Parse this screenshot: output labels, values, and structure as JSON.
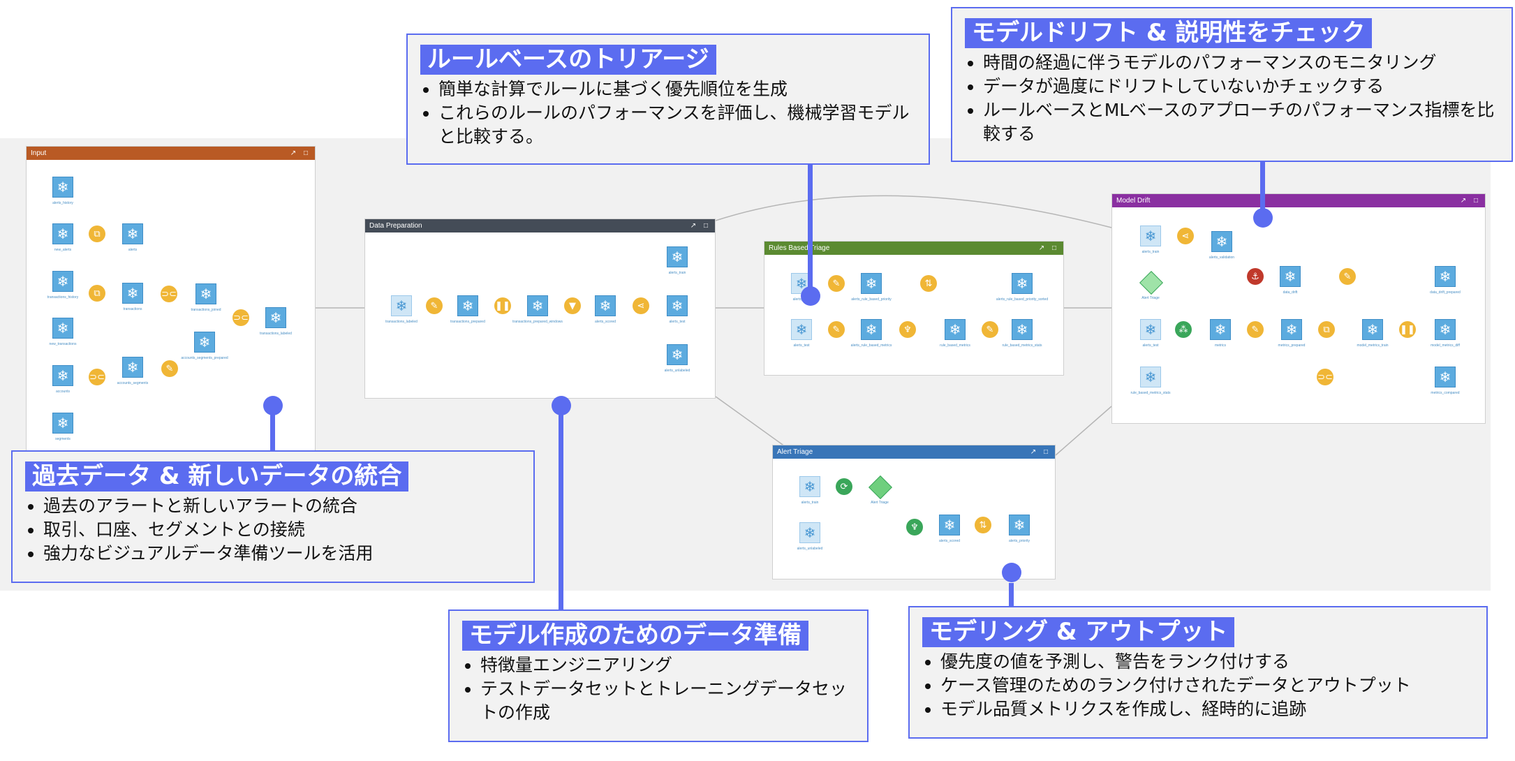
{
  "zones": {
    "input": {
      "title": "Input",
      "color": "#b95a24"
    },
    "data_prep": {
      "title": "Data Preparation",
      "color": "#444c57"
    },
    "rules": {
      "title": "Rules Based Triage",
      "color": "#5b8a31"
    },
    "alert": {
      "title": "Alert Triage",
      "color": "#3875b8"
    },
    "drift": {
      "title": "Model Drift",
      "color": "#8a2fa1"
    }
  },
  "nodes": {
    "input": [
      "alerts_history",
      "new_alerts",
      "alerts",
      "transactions_history",
      "transactions",
      "transactions_joined",
      "new_transactions",
      "transactions_labeled",
      "accounts",
      "accounts_segments",
      "accounts_segments_prepared",
      "segments"
    ],
    "data_prep": [
      "transactions_labeled",
      "transactions_prepared",
      "transactions_prepared_windows",
      "alerts_scored",
      "alerts_train",
      "alerts_test",
      "alerts_unlabeled"
    ],
    "rules": [
      "alerts_train",
      "alerts_rule_based_priority",
      "alerts_rule_based_priority_sorted",
      "alerts_test",
      "alerts_rule_based_metrics",
      "rule_based_metrics",
      "rule_based_metrics_stats"
    ],
    "alert": [
      "alerts_train",
      "Alert Triage",
      "alerts_unlabeled",
      "alerts_scored",
      "alerts_priority"
    ],
    "drift": [
      "alerts_train",
      "alerts_validation",
      "data_drift",
      "data_drift_prepared",
      "Alert Triage",
      "alerts_test",
      "metrics",
      "metrics_prepared",
      "model_metrics_train",
      "model_metrics_diff",
      "rule_based_metrics_stats",
      "metrics_compared"
    ]
  },
  "callouts": {
    "historical": {
      "title": "過去データ & 新しいデータの統合",
      "bullets": [
        "過去のアラートと新しいアラートの統合",
        "取引、口座、セグメントとの接続",
        "強力なビジュアルデータ準備ツールを活用"
      ]
    },
    "rules": {
      "title": "ルールベースのトリアージ",
      "bullets": [
        "簡単な計算でルールに基づく優先順位を生成",
        "これらのルールのパフォーマンスを評価し、機械学習モデルと比較する。"
      ]
    },
    "drift": {
      "title": "モデルドリフト & 説明性をチェック",
      "bullets": [
        "時間の経過に伴うモデルのパフォーマンスのモニタリング",
        "データが過度にドリフトしていないかチェックする",
        "ルールベースとMLベースのアプローチのパフォーマンス指標を比較する"
      ]
    },
    "prep": {
      "title": "モデル作成のためのデータ準備",
      "bullets": [
        "特徴量エンジニアリング",
        "テストデータセットとトレーニングデータセットの作成"
      ]
    },
    "modeling": {
      "title": "モデリング & アウトプット",
      "bullets": [
        "優先度の値を予測し、警告をランク付けする",
        "ケース管理のためのランク付けされたデータとアウトプット",
        "モデル品質メトリクスを作成し、経時的に追跡"
      ]
    }
  },
  "colors": {
    "accent": "#5b6cf0",
    "dataset": "#5cabdf",
    "recipe": "#f0b636",
    "ml": "#3aa65a"
  },
  "icons": {
    "zone_actions": "↗ □",
    "dataset": "snowflake-icon"
  }
}
